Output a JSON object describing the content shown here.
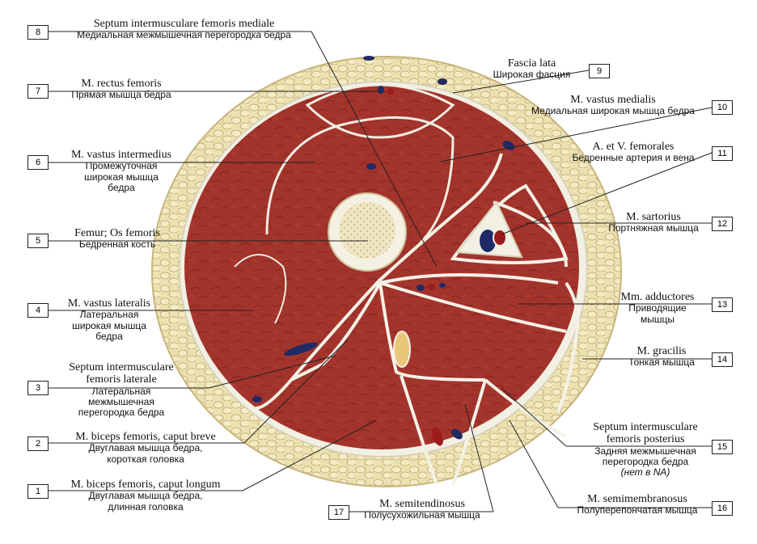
{
  "colors": {
    "muscle": "#a3342c",
    "muscle_dark": "#7e211b",
    "fat": "#e8dba6",
    "fascia": "#f3f0e4",
    "bone": "#f0e6c8",
    "marrow": "#e9dcb2",
    "vein": "#1f2a66",
    "artery": "#9e1b1b"
  },
  "labels": {
    "l1": {
      "num": "1",
      "lat": "M. biceps femoris, caput longum",
      "rus": "Двуглавая мышца бедра,\nдлинная головка"
    },
    "l2": {
      "num": "2",
      "lat": "M. biceps femoris, caput breve",
      "rus": "Двуглавая мышца бедра,\nкороткая головка"
    },
    "l3": {
      "num": "3",
      "lat": "Septum intermusculare\nfemoris laterale",
      "rus": "Латеральная\nмежмышечная\nперегородка бедра"
    },
    "l4": {
      "num": "4",
      "lat": "M. vastus lateralis",
      "rus": "Латеральная\nширокая мышца\nбедра"
    },
    "l5": {
      "num": "5",
      "lat": "Femur; Os femoris",
      "rus": "Бедренная кость"
    },
    "l6": {
      "num": "6",
      "lat": "M. vastus intermedius",
      "rus": "Промежуточная\nширокая мышца\nбедра"
    },
    "l7": {
      "num": "7",
      "lat": "M. rectus femoris",
      "rus": "Прямая мышца бедра"
    },
    "l8": {
      "num": "8",
      "lat": "Septum intermusculare femoris mediale",
      "rus": "Медиальная межмышечная перегородка бедра"
    },
    "l9": {
      "num": "9",
      "lat": "Fascia lata",
      "rus": "Широкая фасция"
    },
    "l10": {
      "num": "10",
      "lat": "M. vastus medialis",
      "rus": "Медиальная широкая мышца бедра"
    },
    "l11": {
      "num": "11",
      "lat": "A. et V. femorales",
      "rus": "Бедренные артерия и вена"
    },
    "l12": {
      "num": "12",
      "lat": "M. sartorius",
      "rus": "Портняжная мышца"
    },
    "l13": {
      "num": "13",
      "lat": "Mm. adductores",
      "rus": "Приводящие\nмышцы"
    },
    "l14": {
      "num": "14",
      "lat": "M. gracilis",
      "rus": "Тонкая мышца"
    },
    "l15": {
      "num": "15",
      "lat": "Septum intermusculare\nfemoris posterius",
      "rus": "Задняя межмышечная\nперегородка бедра",
      "note": "(нет в NA)"
    },
    "l16": {
      "num": "16",
      "lat": "M. semimembranosus",
      "rus": "Полуперепончатая мышца"
    },
    "l17": {
      "num": "17",
      "lat": "M. semitendinosus",
      "rus": "Полусухожильная мышца"
    }
  }
}
